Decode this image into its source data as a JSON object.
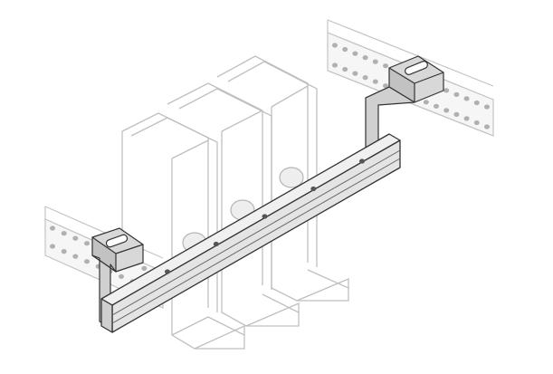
{
  "figure": {
    "subject": "cable-support-rail-assembly",
    "background_color": "#ffffff",
    "outline_color": "#bfbfbf",
    "rail_color": "#e6e6e6",
    "rail_stroke": "#333333",
    "bracket_color": "#d8d8d8",
    "hole_color": "#b0b0b0",
    "hole_dark": "#555555"
  },
  "components": [
    {
      "name": "left-mounting-rail",
      "kind": "perforated-rail"
    },
    {
      "name": "right-mounting-rail",
      "kind": "perforated-rail"
    },
    {
      "name": "left-bracket",
      "kind": "z-bracket-with-slot"
    },
    {
      "name": "right-bracket",
      "kind": "z-bracket-with-slot"
    },
    {
      "name": "support-rail",
      "kind": "c-channel-rail"
    },
    {
      "name": "equipment-module-1",
      "kind": "boxed-module"
    },
    {
      "name": "equipment-module-2",
      "kind": "boxed-module"
    },
    {
      "name": "equipment-module-3",
      "kind": "boxed-module"
    }
  ]
}
